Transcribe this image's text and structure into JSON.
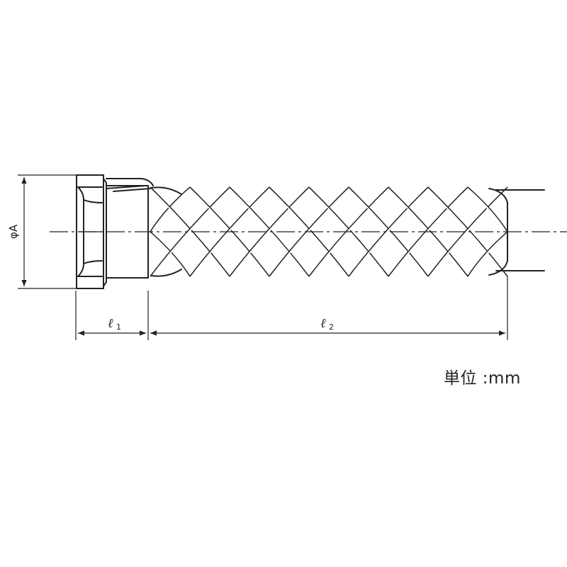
{
  "dimensions": {
    "diameter": "φA",
    "length1": {
      "symbol": "ℓ",
      "index": "1"
    },
    "length2": {
      "symbol": "ℓ",
      "index": "2"
    }
  },
  "unit_note": "単位 :mm"
}
